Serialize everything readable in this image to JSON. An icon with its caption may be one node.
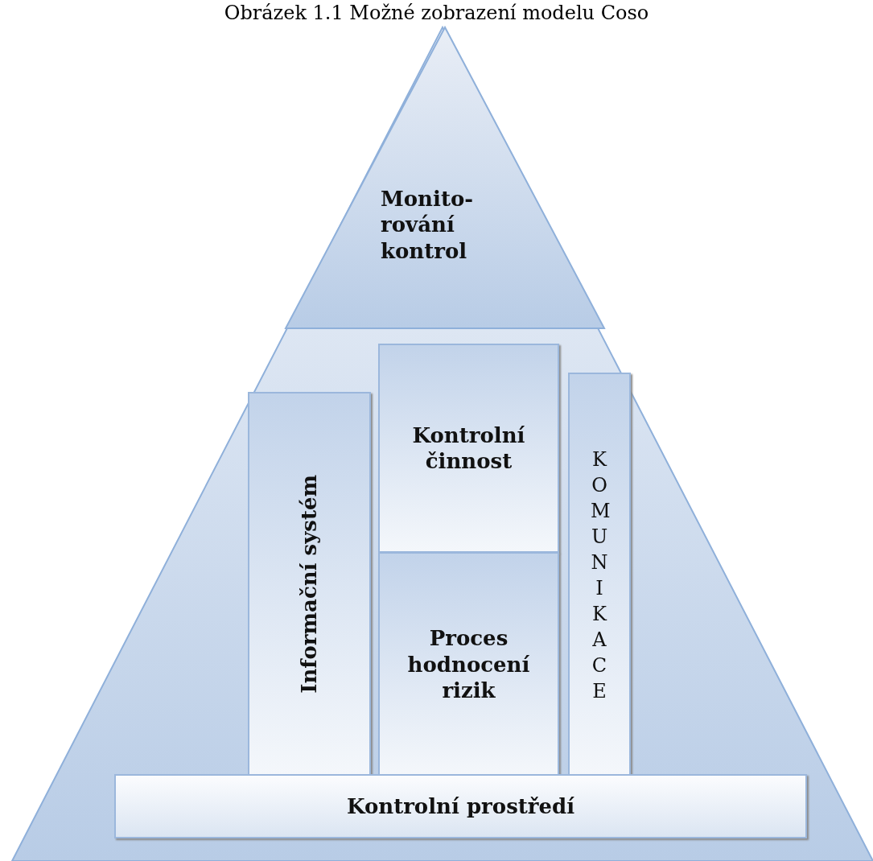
{
  "diagram": {
    "title": "Obrázek 1.1 Možné zobrazení modelu Coso",
    "nodes": [
      {
        "text": [],
        "shape": "triangle"
      },
      {
        "text": [
          "Monito- rování kontrol"
        ],
        "in": 0
      },
      {
        "text": [
          "Informační systém"
        ],
        "in": 0
      },
      {
        "text": [
          "Kontrolní činnost"
        ],
        "in": 0
      },
      {
        "text": [
          "Proces hodnocení rizik"
        ],
        "in": 0
      },
      {
        "text": [
          "KOMUNIKACE"
        ],
        "in": 0
      },
      {
        "text": [
          "Kontrolní prostředí"
        ],
        "in": 0
      }
    ]
  }
}
